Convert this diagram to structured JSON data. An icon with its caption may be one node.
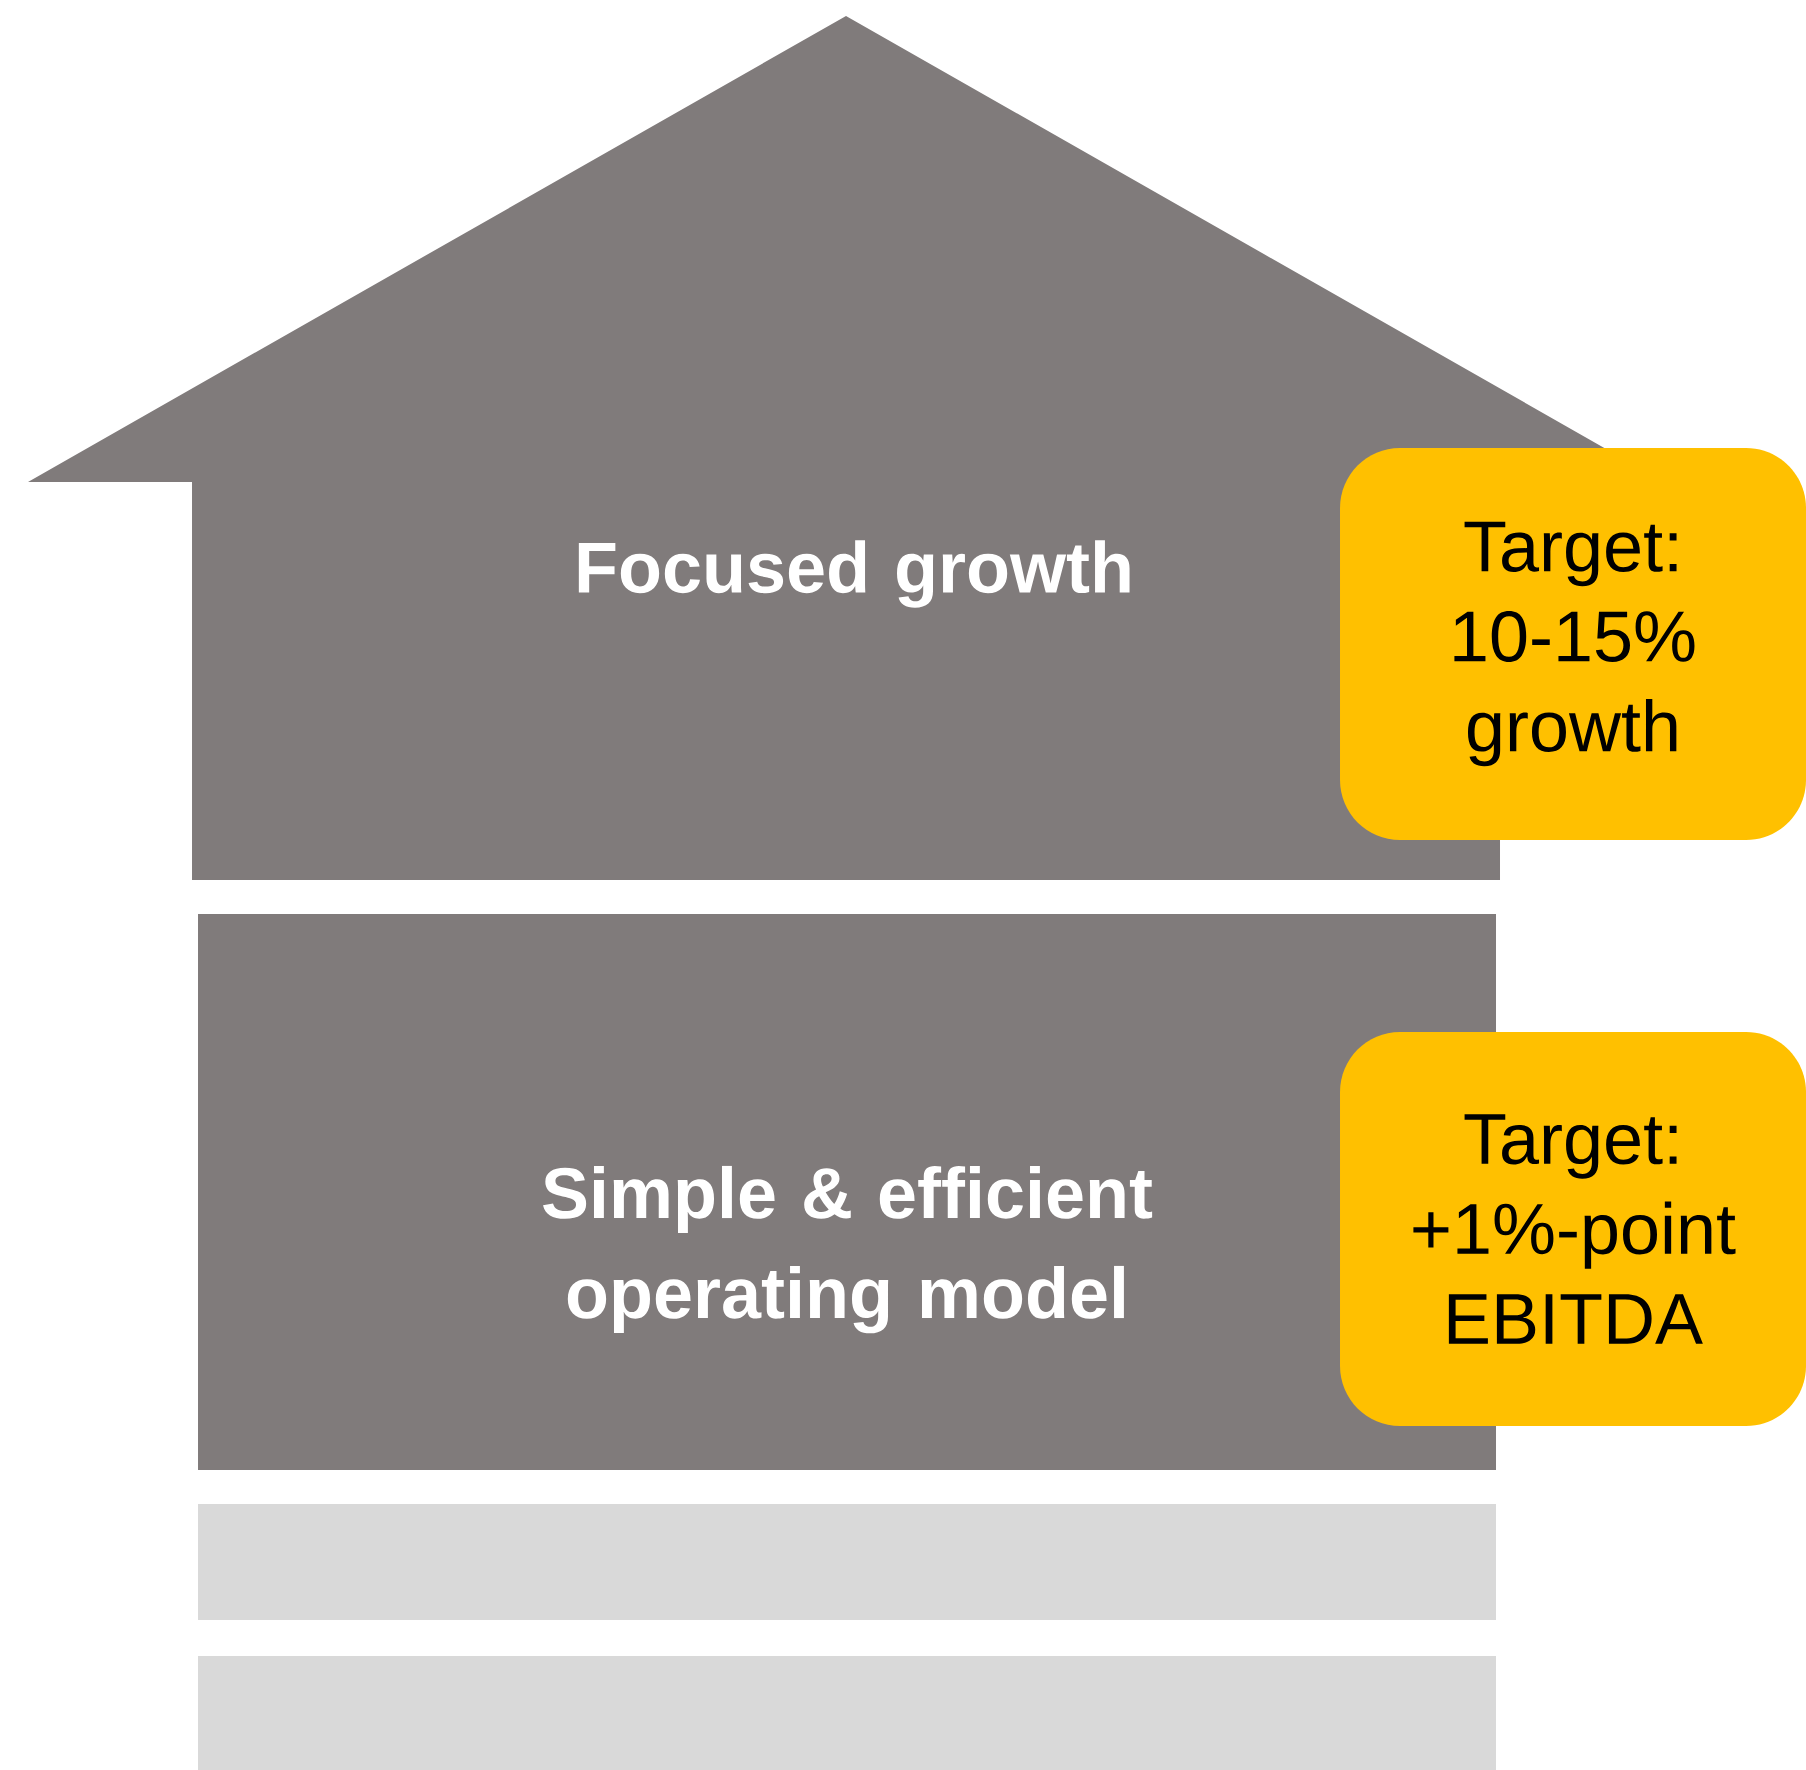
{
  "diagram": {
    "nodes": [
      {
        "text": [
          "Focused growth"
        ]
      },
      {
        "text": [
          "Target: 10-15% growth"
        ]
      },
      {
        "text": [
          "Simple & efficient operating model"
        ]
      },
      {
        "text": [
          "Target: +1%-point EBITDA"
        ]
      },
      {
        "text": [],
        "shape": "bar"
      },
      {
        "text": [],
        "shape": "bar"
      }
    ]
  }
}
